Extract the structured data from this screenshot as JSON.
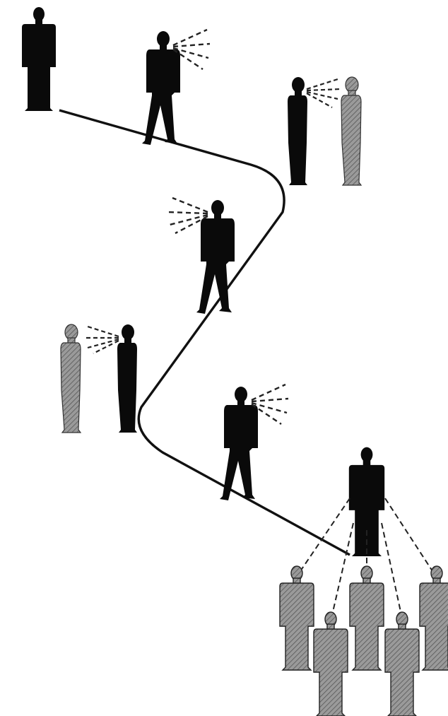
{
  "colors": {
    "background": "#ffffff",
    "figure_dark": "#0a0a0a",
    "figure_light_fill": "#9a9a9a",
    "figure_light_hatch": "#5a5a5a",
    "path_line": "#111111",
    "speech_lines": "#222222"
  },
  "figures": [
    {
      "id": "start-standing",
      "style": "dark",
      "pose": "standing",
      "icon": "person-standing-icon"
    },
    {
      "id": "walker-1",
      "style": "dark",
      "pose": "walking-speaking",
      "icon": "person-speaking-icon"
    },
    {
      "id": "speaker-1",
      "style": "dark",
      "pose": "standing-speaking",
      "icon": "person-speaking-icon"
    },
    {
      "id": "listener-1",
      "style": "light",
      "pose": "standing",
      "icon": "person-listener-icon"
    },
    {
      "id": "walker-2",
      "style": "dark",
      "pose": "walking-speaking",
      "icon": "person-speaking-icon"
    },
    {
      "id": "listener-2",
      "style": "light",
      "pose": "standing",
      "icon": "person-listener-icon"
    },
    {
      "id": "speaker-2",
      "style": "dark",
      "pose": "standing-speaking",
      "icon": "person-speaking-icon"
    },
    {
      "id": "walker-3",
      "style": "dark",
      "pose": "walking-speaking",
      "icon": "person-speaking-icon"
    },
    {
      "id": "broadcaster",
      "style": "dark",
      "pose": "standing-broadcasting",
      "icon": "person-broadcasting-icon"
    },
    {
      "id": "audience",
      "style": "light",
      "count": 5,
      "icon": "audience-group-icon"
    }
  ],
  "connections": {
    "path": "zigzag-path",
    "broadcast_links": 5
  }
}
